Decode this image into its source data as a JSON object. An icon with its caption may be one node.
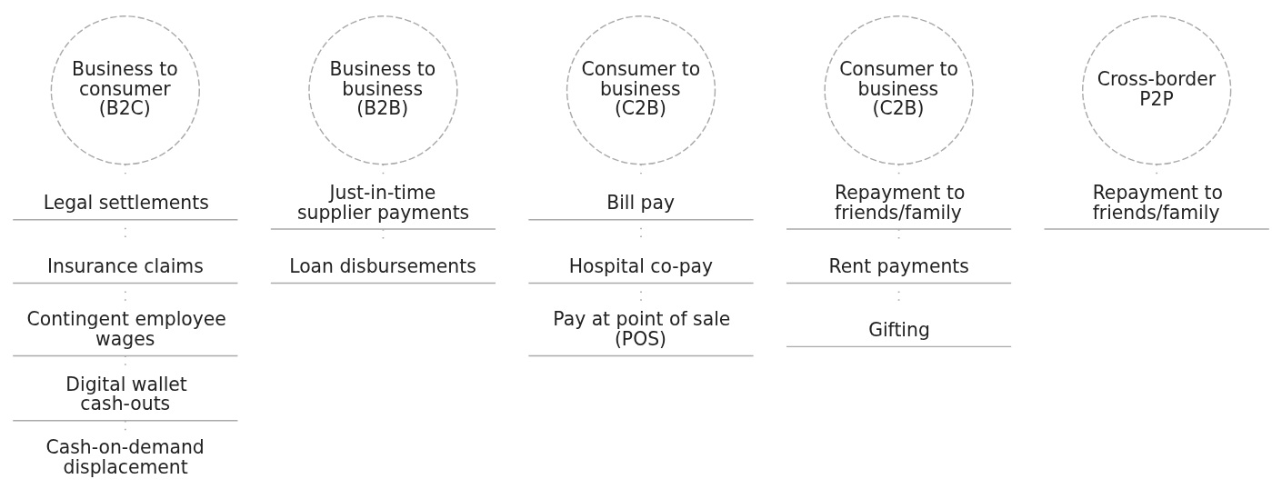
{
  "diagram": {
    "nodes": [
      {
        "text": [
          "Business to consumer (B2C)"
        ]
      },
      {
        "text": [
          "Legal settlements"
        ]
      },
      {
        "text": [
          "Insurance claims"
        ]
      },
      {
        "text": [
          "Contingent employee wages"
        ]
      },
      {
        "text": [
          "Digital wallet cash-outs"
        ]
      },
      {
        "text": [
          "Cash-on-demand displacement"
        ]
      },
      {
        "text": [
          "Business to business (B2B)"
        ]
      },
      {
        "text": [
          "Just-in-time supplier payments"
        ]
      },
      {
        "text": [
          "Loan disbursements"
        ]
      },
      {
        "text": [
          "Consumer to business (C2B)"
        ]
      },
      {
        "text": [
          "Bill pay"
        ]
      },
      {
        "text": [
          "Hospital co-pay"
        ]
      },
      {
        "text": [
          "Pay at point of sale (POS)"
        ]
      },
      {
        "text": [
          "Consumer to business (C2B)"
        ]
      },
      {
        "text": [
          "Repayment to friends/family"
        ]
      },
      {
        "text": [
          "Rent payments"
        ]
      },
      {
        "text": [
          "Gifting"
        ]
      },
      {
        "text": [
          "Cross-border P2P"
        ]
      },
      {
        "text": [
          "Repayment to friends/family"
        ]
      }
    ],
    "edges": [
      {
        "from": 0,
        "to": 1,
        "arrow": "none"
      },
      {
        "from": 1,
        "to": 2,
        "arrow": "none"
      },
      {
        "from": 2,
        "to": 3,
        "arrow": "none"
      },
      {
        "from": 3,
        "to": 4,
        "arrow": "none"
      },
      {
        "from": 4,
        "to": 5,
        "arrow": "none"
      },
      {
        "from": 6,
        "to": 7,
        "arrow": "none"
      },
      {
        "from": 7,
        "to": 8,
        "arrow": "none"
      },
      {
        "from": 9,
        "to": 10,
        "arrow": "none"
      },
      {
        "from": 10,
        "to": 11,
        "arrow": "none"
      },
      {
        "from": 11,
        "to": 12,
        "arrow": "none"
      },
      {
        "from": 13,
        "to": 14,
        "arrow": "none"
      },
      {
        "from": 14,
        "to": 15,
        "arrow": "none"
      },
      {
        "from": 15,
        "to": 16,
        "arrow": "none"
      },
      {
        "from": 17,
        "to": 18,
        "arrow": "none"
      }
    ]
  }
}
